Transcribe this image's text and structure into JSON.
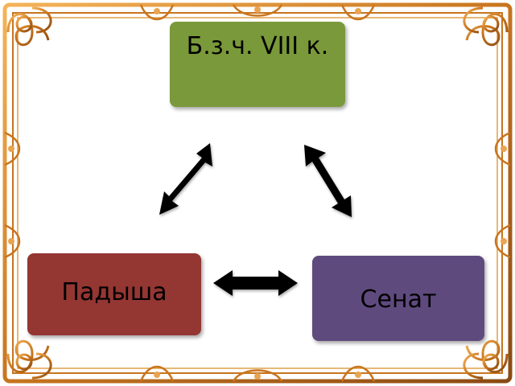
{
  "diagram": {
    "nodes": {
      "top": {
        "label": "Б.з.ч. VIII к.",
        "color": "#7a993a"
      },
      "left": {
        "label": "Падыша",
        "color": "#943632"
      },
      "right": {
        "label": "Сенат",
        "color": "#5f4a7e"
      }
    },
    "connectors": [
      {
        "from": "top",
        "to": "left",
        "style": "double-arrow"
      },
      {
        "from": "top",
        "to": "right",
        "style": "double-arrow"
      },
      {
        "from": "left",
        "to": "right",
        "style": "double-arrow"
      }
    ],
    "frame": {
      "style": "ornamental-border",
      "color": "#c8751e"
    }
  }
}
